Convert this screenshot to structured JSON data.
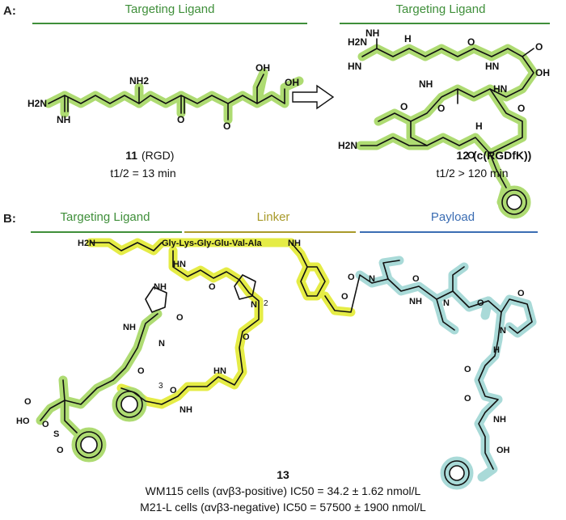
{
  "panel_a": {
    "label": "A:",
    "left_title": "Targeting Ligand",
    "right_title": "Targeting Ligand",
    "compound_11": {
      "number": "11",
      "name": "(RGD)",
      "half_life": "t1/2 = 13 min"
    },
    "compound_12": {
      "number": "12",
      "name": "(c(RGDfK))",
      "half_life": "t1/2 > 120 min"
    }
  },
  "panel_b": {
    "label": "B:",
    "region_ligand": "Targeting Ligand",
    "region_linker": "Linker",
    "region_payload": "Payload",
    "peptide_sequence": "Gly-Lys-Gly-Glu-Val-Ala",
    "compound_number": "13",
    "result_1": "WM115 cells (αvβ3-positive) IC50 = 34.2 ± 1.62 nmol/L",
    "result_2": "M21-L cells (αvβ3-negative) IC50 = 57500 ± 1900 nmol/L"
  },
  "atoms": {
    "nh": "NH",
    "nh2": "NH2",
    "h2n": "H2N",
    "hn": "HN",
    "h": "H",
    "n": "N",
    "o": "O",
    "oh": "OH",
    "ho": "HO",
    "s": "S",
    "subscript_2": "2",
    "subscript_3": "3"
  },
  "colors": {
    "ligand": "#3f8f3a",
    "linker": "#a89a2a",
    "payload": "#3b6db3",
    "ligand_highlight": "#aedb72",
    "linker_highlight": "#e5ec46",
    "payload_highlight": "#a9dad8"
  }
}
